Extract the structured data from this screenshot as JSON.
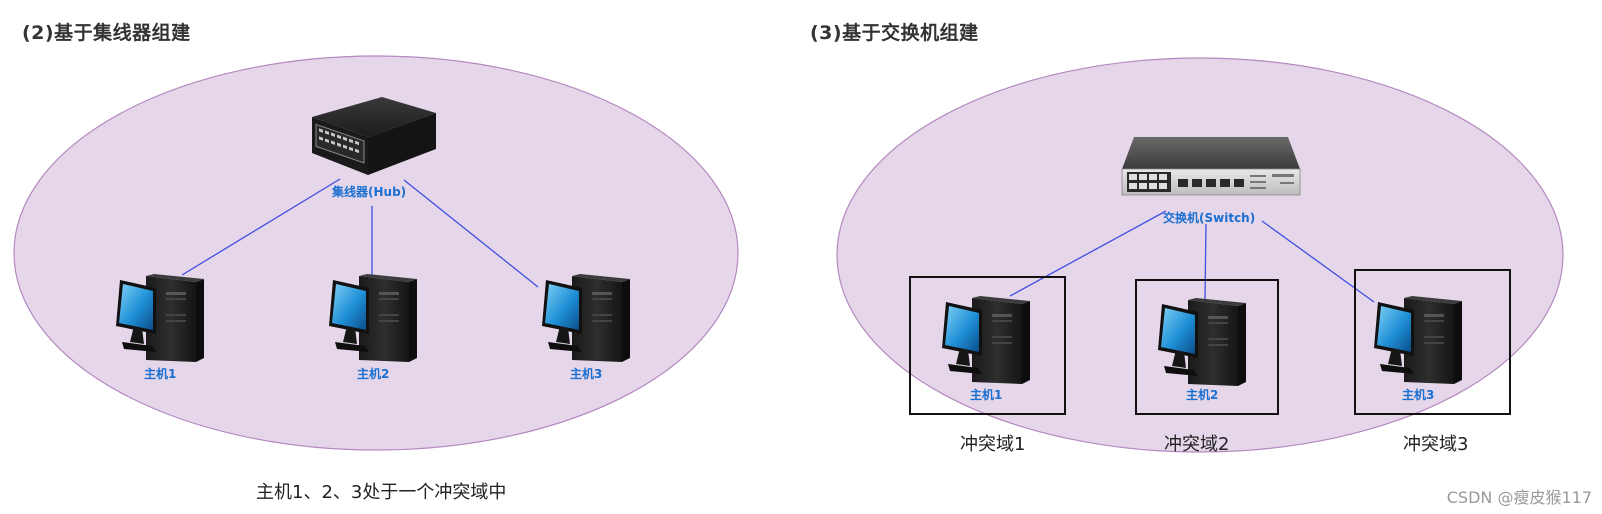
{
  "colors": {
    "ellipse_fill": "#e5d6ea",
    "ellipse_stroke": "#b58ac0",
    "link_line": "#3f4fe0",
    "device_label": "#1a6fd1",
    "domain_box": "#111111"
  },
  "left_section": {
    "title": "(2)基于集线器组建",
    "device_label": "集线器(Hub)",
    "hosts": [
      "主机1",
      "主机2",
      "主机3"
    ],
    "caption": "主机1、2、3处于一个冲突域中"
  },
  "right_section": {
    "title": "(3)基于交换机组建",
    "device_label": "交换机(Switch)",
    "hosts": [
      "主机1",
      "主机2",
      "主机3"
    ],
    "collision_domains": [
      "冲突域1",
      "冲突域2",
      "冲突域3"
    ]
  },
  "watermark": "CSDN @瘦皮猴117"
}
